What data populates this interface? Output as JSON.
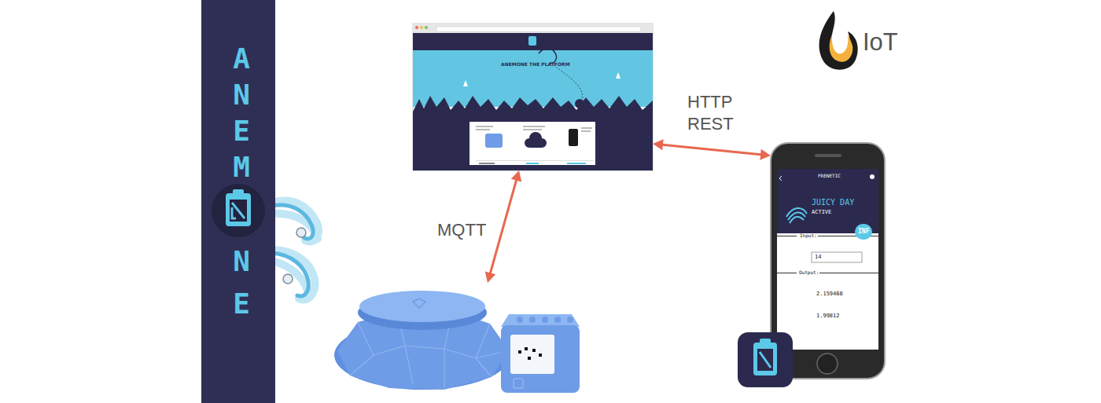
{
  "diagram": {
    "nodes": [
      {
        "text": [
          "ANEM",
          "NE"
        ]
      },
      {
        "text": [
          "ANEMONE THE PLATFORM"
        ]
      },
      {
        "text": []
      },
      {
        "text": [
          "FRENETIC",
          "JUICY DAY",
          "ACTIVE",
          "INF",
          "Input:",
          "14",
          "Output:",
          "2.159468",
          "1.99812"
        ]
      }
    ],
    "edges": [
      {
        "from": 2,
        "to": 1,
        "label": "MQTT",
        "arrow": "both"
      },
      {
        "from": 1,
        "to": 3,
        "label": "HTTP REST",
        "arrow": "both"
      }
    ],
    "labels": [
      "IoT"
    ]
  }
}
